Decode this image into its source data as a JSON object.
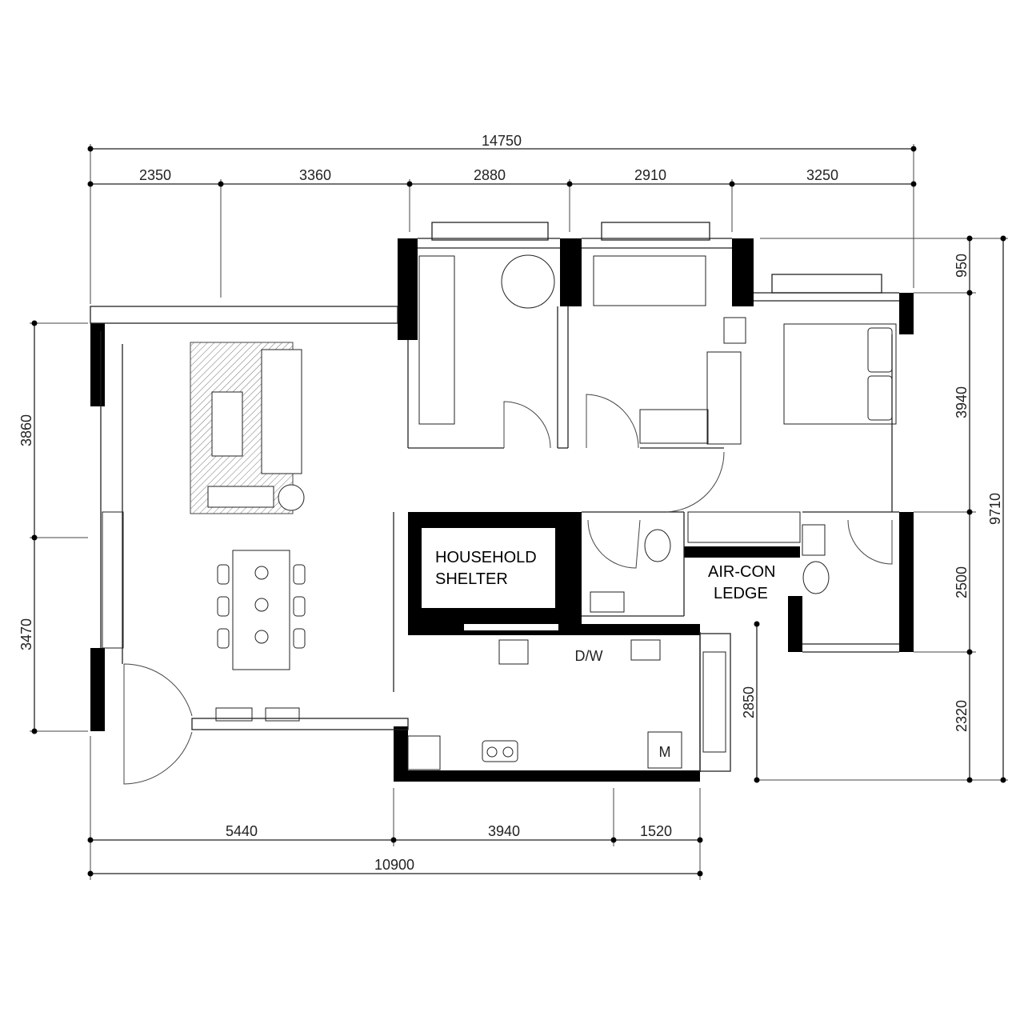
{
  "dimensions": {
    "top_total": "14750",
    "top_segments": [
      "2350",
      "3360",
      "2880",
      "2910",
      "3250"
    ],
    "right_segments": [
      "950",
      "3940",
      "2500",
      "2320"
    ],
    "right_total": "9710",
    "left_segments": [
      "3860",
      "3470"
    ],
    "bottom_segments": [
      "5440",
      "3940",
      "1520"
    ],
    "bottom_total": "10900",
    "inner_vertical": "2850"
  },
  "rooms": {
    "shelter_line1": "HOUSEHOLD",
    "shelter_line2": "SHELTER",
    "ledge_line1": "AIR-CON",
    "ledge_line2": "LEDGE"
  },
  "appliances": {
    "dishwasher": "D/W",
    "washer": "M"
  }
}
